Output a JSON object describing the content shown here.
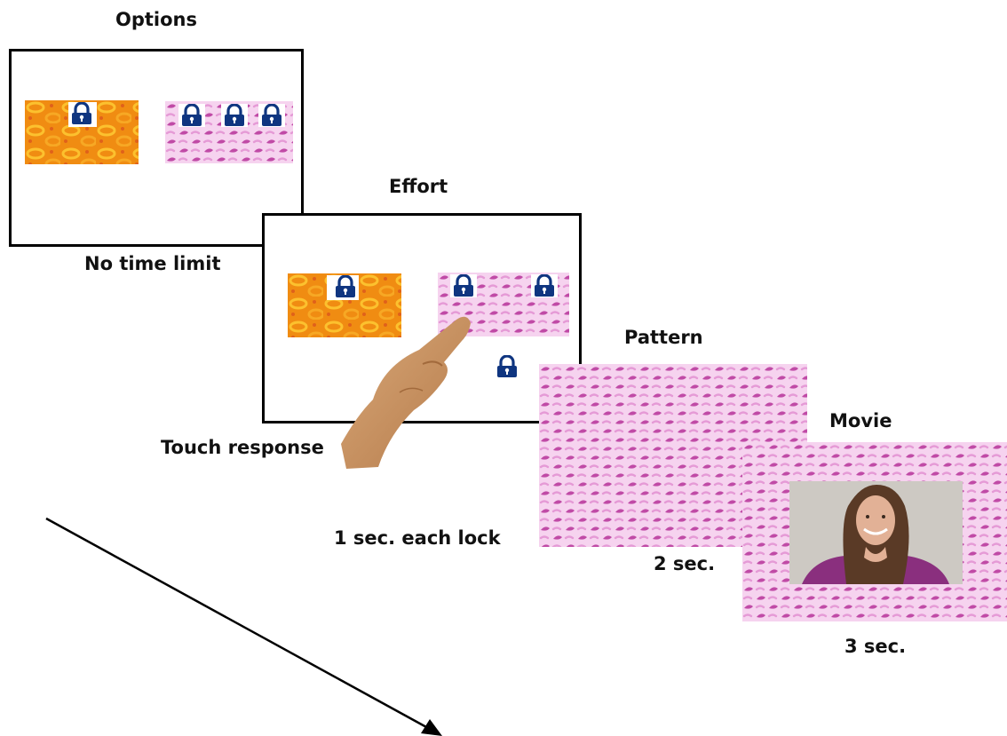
{
  "stages": {
    "options": {
      "title": "Options",
      "caption": "No time limit"
    },
    "effort": {
      "title": "Effort",
      "caption": "Touch response",
      "duration": "1 sec. each lock"
    },
    "pattern": {
      "title": "Pattern",
      "duration": "2 sec."
    },
    "movie": {
      "title": "Movie",
      "duration": "3 sec."
    }
  },
  "colors": {
    "orange_base": "#f08c12",
    "orange_ring": "#fcc12e",
    "pink_base": "#f4c9ec",
    "pink_bean": "#c04aa6",
    "lock_blue": "#0f3580",
    "frame_border": "#000000"
  },
  "icons": [
    "lock-icon",
    "hand-icon",
    "arrow-icon"
  ]
}
